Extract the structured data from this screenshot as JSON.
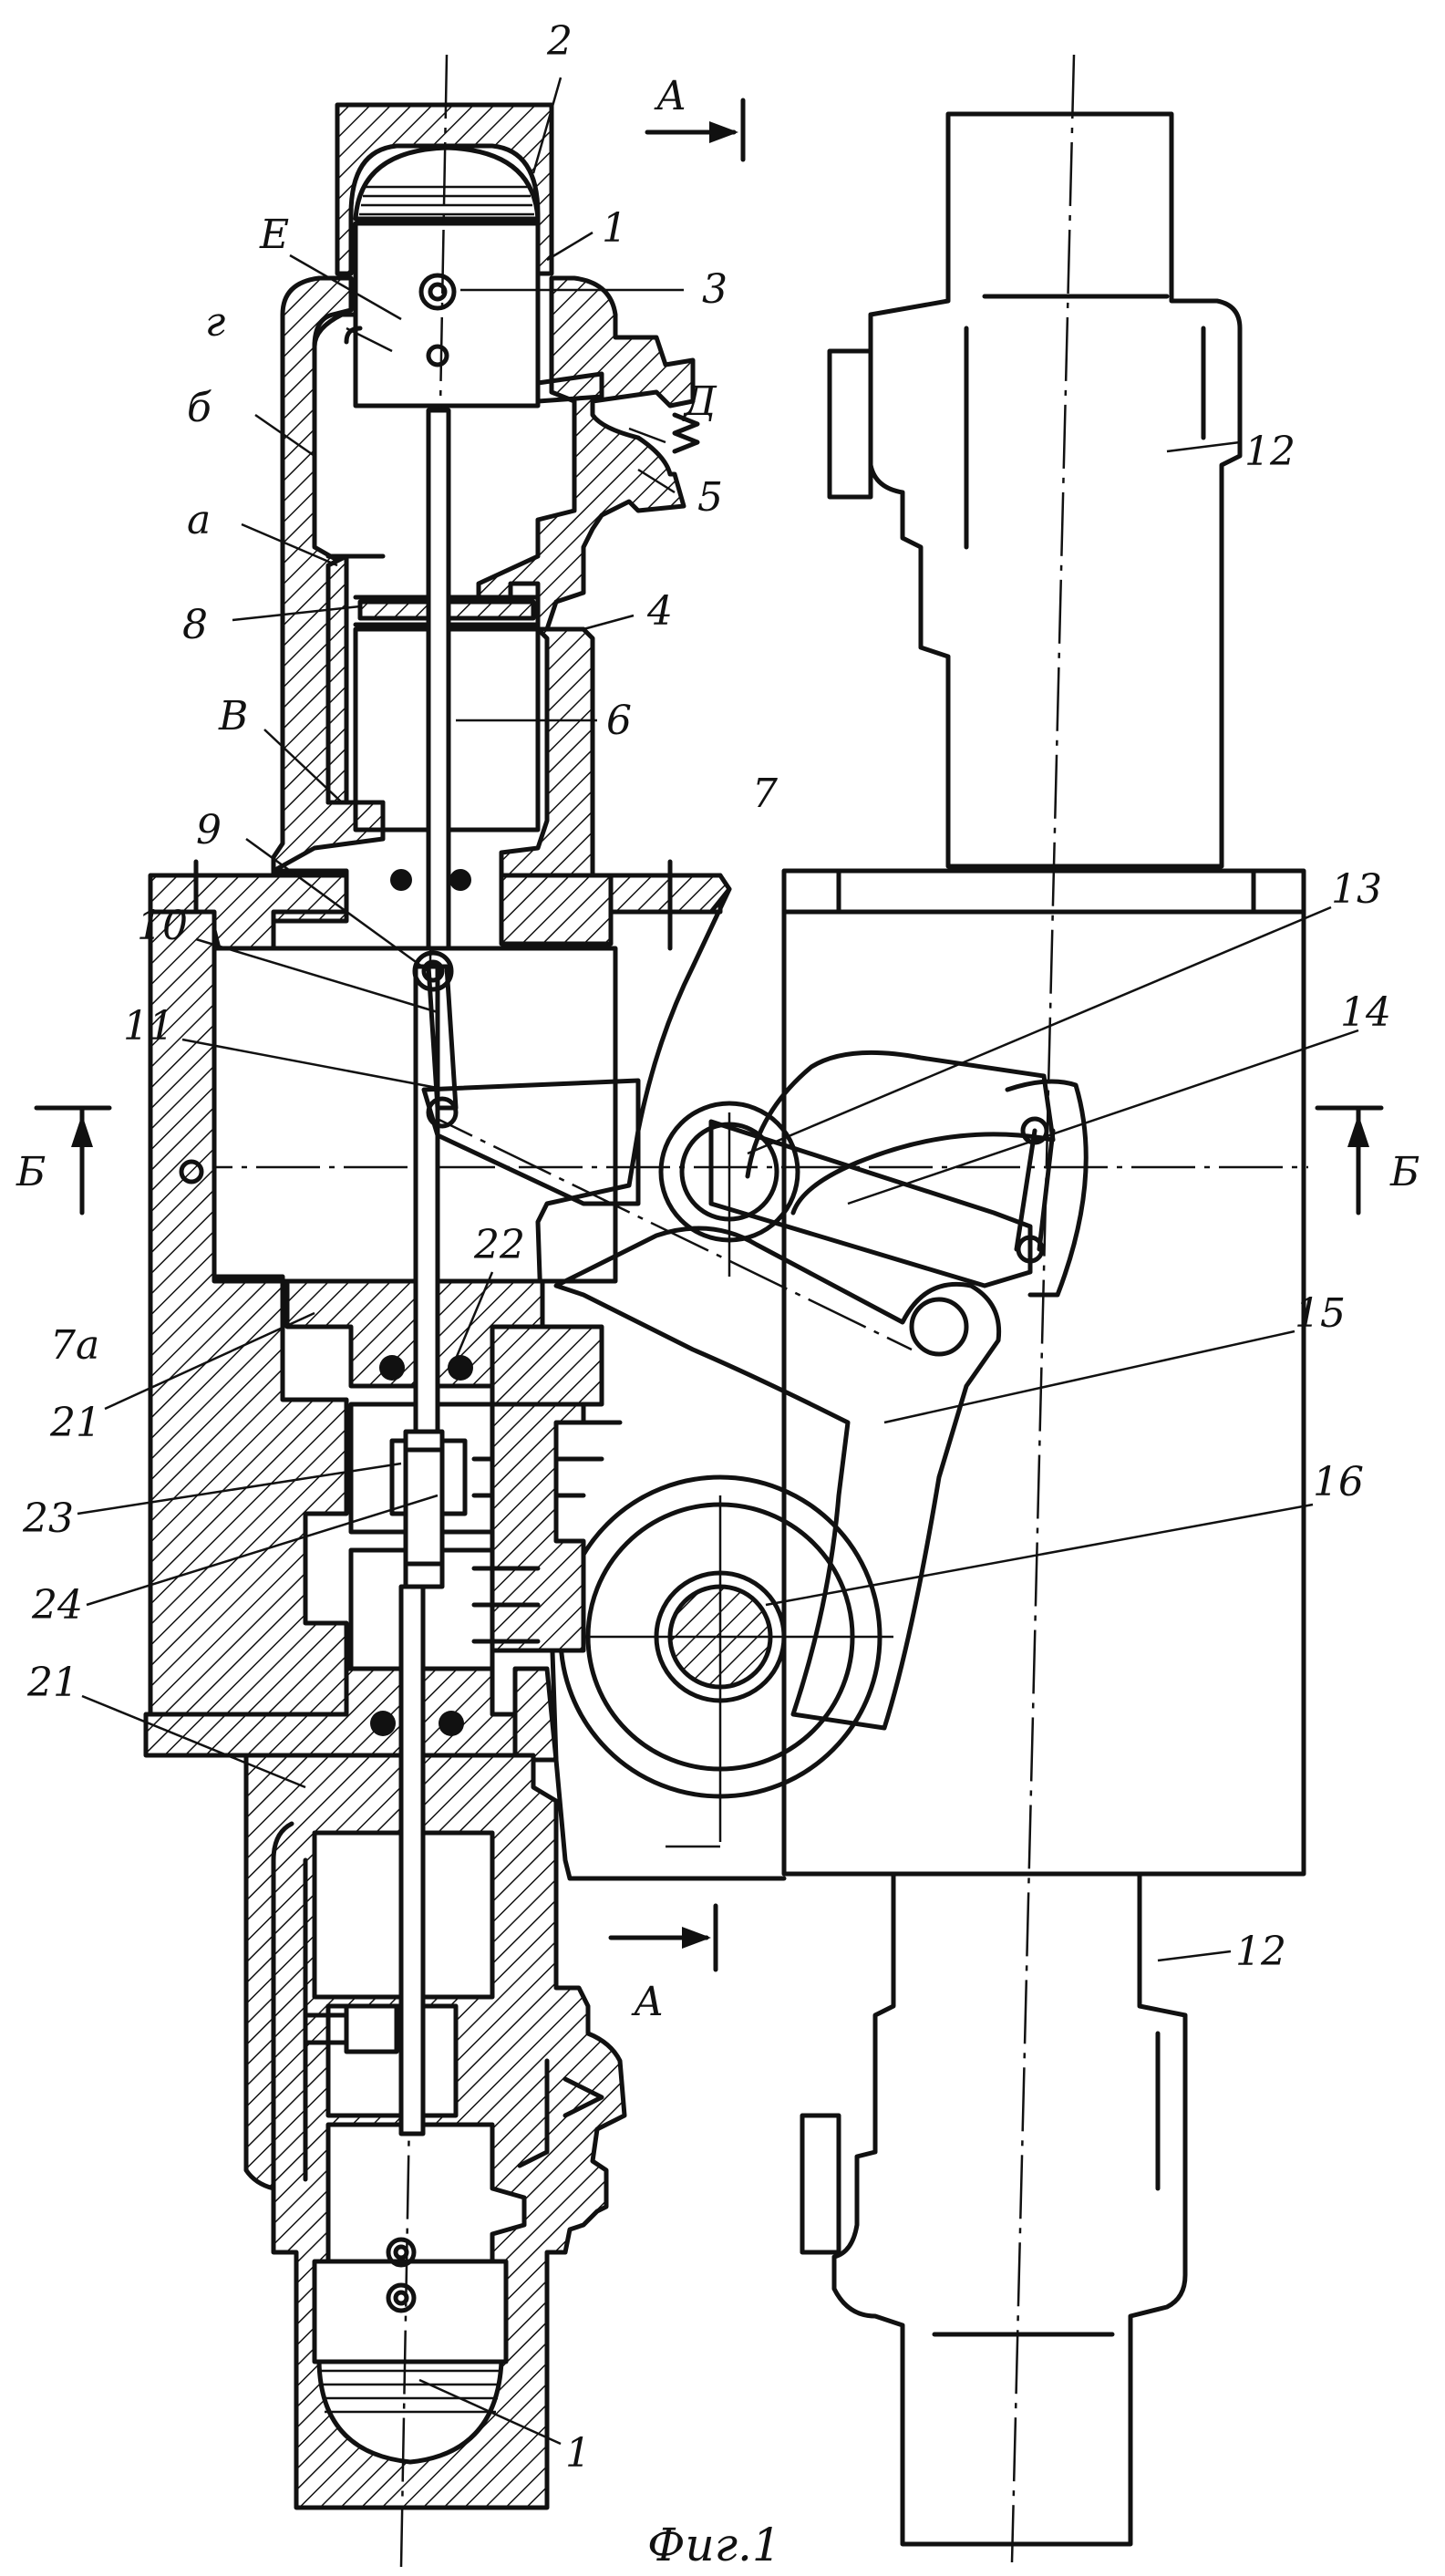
{
  "caption": "Фиг.1",
  "labels": {
    "l2": "2",
    "lA_top": "А",
    "lE": "Е",
    "l1_top": "1",
    "l3": "3",
    "lG": "г",
    "lD": "Д",
    "lb": "б",
    "l5": "5",
    "la": "а",
    "l4": "4",
    "l8": "8",
    "l6": "6",
    "lV": "В",
    "l7": "7",
    "l9": "9",
    "l13": "13",
    "l14": "14",
    "l10": "10",
    "l11": "11",
    "lB_left": "Б",
    "lB_right": "Б",
    "l7a": "7а",
    "l22": "22",
    "l15": "15",
    "l21_top": "21",
    "l23": "23",
    "l16": "16",
    "l24": "24",
    "l21_bottom": "21",
    "lA_bottom": "А",
    "l12_top": "12",
    "l12_bottom": "12",
    "l1_bottom": "1"
  }
}
